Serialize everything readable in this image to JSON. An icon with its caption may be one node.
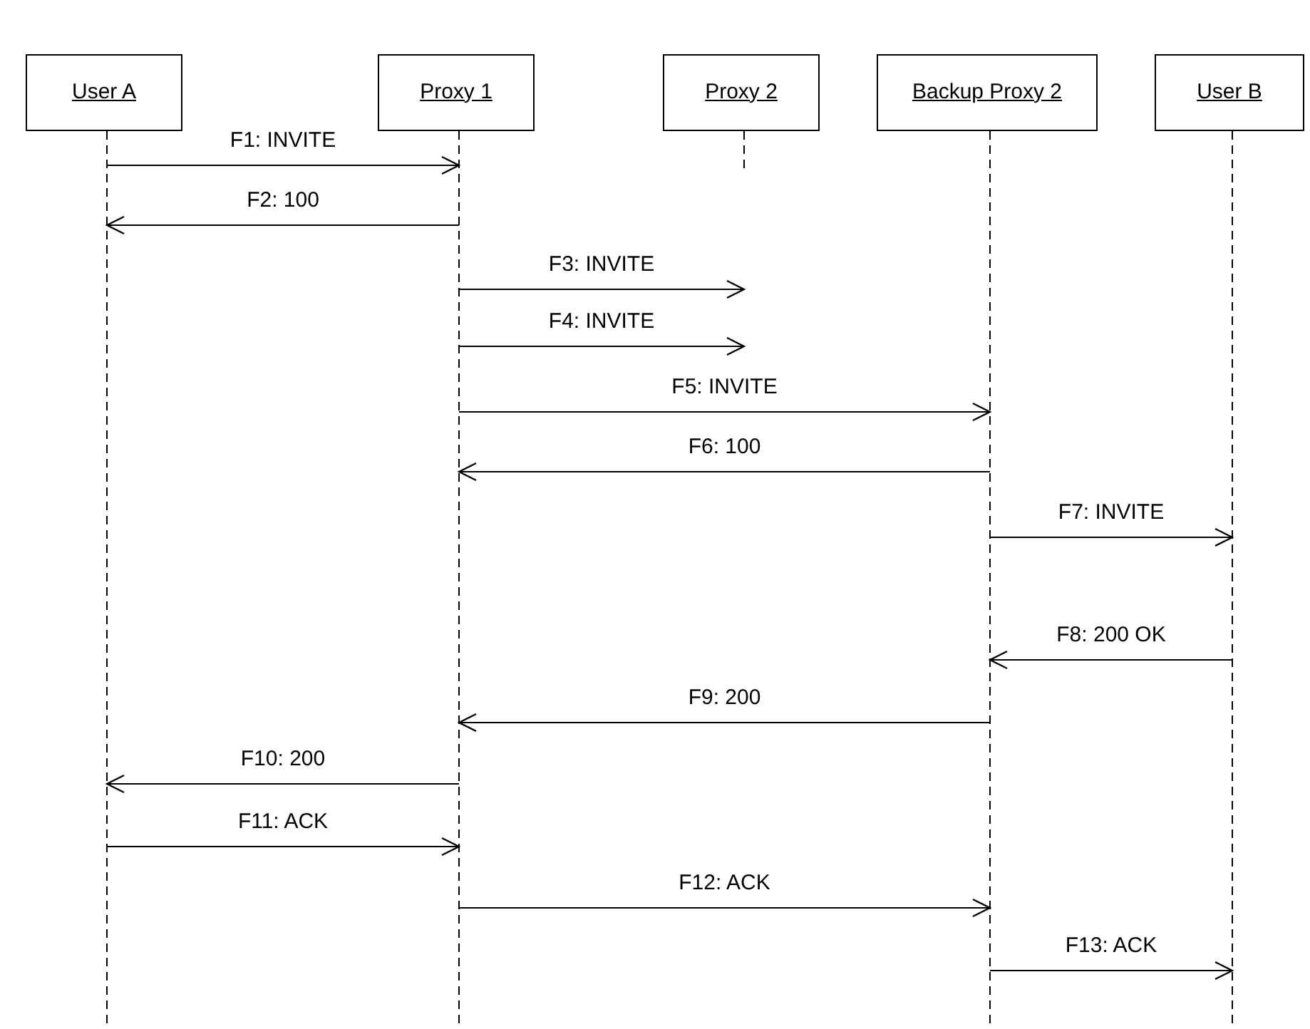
{
  "diagram": {
    "nodes": [
      {
        "text": [
          "User A"
        ]
      },
      {
        "text": [
          "Proxy 1"
        ]
      },
      {
        "text": [
          "Proxy 2"
        ]
      },
      {
        "text": [
          "Backup Proxy 2"
        ]
      },
      {
        "text": [
          "User B"
        ]
      }
    ],
    "edges": [
      {
        "from": 0,
        "to": 1,
        "arrow": "to",
        "label": "F1: INVITE"
      },
      {
        "from": 1,
        "to": 0,
        "arrow": "to",
        "label": "F2: 100"
      },
      {
        "from": 1,
        "to": null,
        "arrow": "to",
        "label": "F3: INVITE"
      },
      {
        "from": 1,
        "to": null,
        "arrow": "to",
        "label": "F4: INVITE"
      },
      {
        "from": 1,
        "to": 3,
        "arrow": "to",
        "label": "F5: INVITE"
      },
      {
        "from": 3,
        "to": 1,
        "arrow": "to",
        "label": "F6: 100"
      },
      {
        "from": 3,
        "to": 4,
        "arrow": "to",
        "label": "F7: INVITE"
      },
      {
        "from": 4,
        "to": 3,
        "arrow": "to",
        "label": "F8: 200 OK"
      },
      {
        "from": 3,
        "to": 1,
        "arrow": "to",
        "label": "F9: 200"
      },
      {
        "from": 1,
        "to": 0,
        "arrow": "to",
        "label": "F10: 200"
      },
      {
        "from": 0,
        "to": 1,
        "arrow": "to",
        "label": "F11: ACK"
      },
      {
        "from": 1,
        "to": 3,
        "arrow": "to",
        "label": "F12: ACK"
      },
      {
        "from": 3,
        "to": 4,
        "arrow": "to",
        "label": "F13: ACK"
      }
    ]
  }
}
